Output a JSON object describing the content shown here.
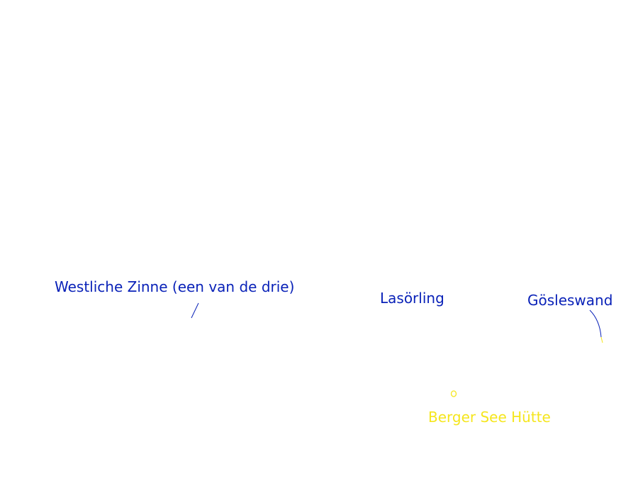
{
  "labels": {
    "westliche_zinne": "Westliche Zinne (een van de drie)",
    "lasoerling": "Lasörling",
    "goesleswand": "Gösleswand",
    "berger_see_huette": "Berger See Hütte"
  },
  "colors": {
    "peak_label": "#0a22b8",
    "hut_label": "#f5e61e"
  }
}
